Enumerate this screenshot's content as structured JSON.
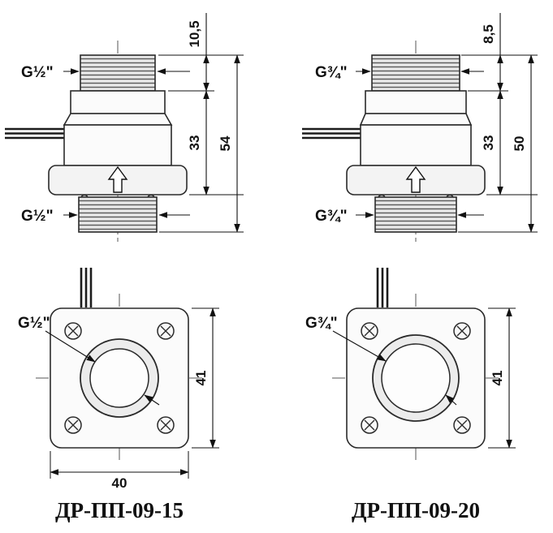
{
  "left_device": {
    "model": "ДР-ПП-09-15",
    "side_view": {
      "thread_top": "G½\"",
      "thread_bottom": "G½\"",
      "dim_thread_length": "10,5",
      "dim_body_height": "33",
      "dim_total_height": "54"
    },
    "top_view": {
      "thread": "G½\"",
      "dim_height": "41",
      "dim_width": "40"
    }
  },
  "right_device": {
    "model": "ДР-ПП-09-20",
    "side_view": {
      "thread_top": "G¾\"",
      "thread_bottom": "G¾\"",
      "dim_thread_length": "8,5",
      "dim_body_height": "33",
      "dim_total_height": "50"
    },
    "top_view": {
      "thread": "G¾\"",
      "dim_height": "41"
    }
  }
}
